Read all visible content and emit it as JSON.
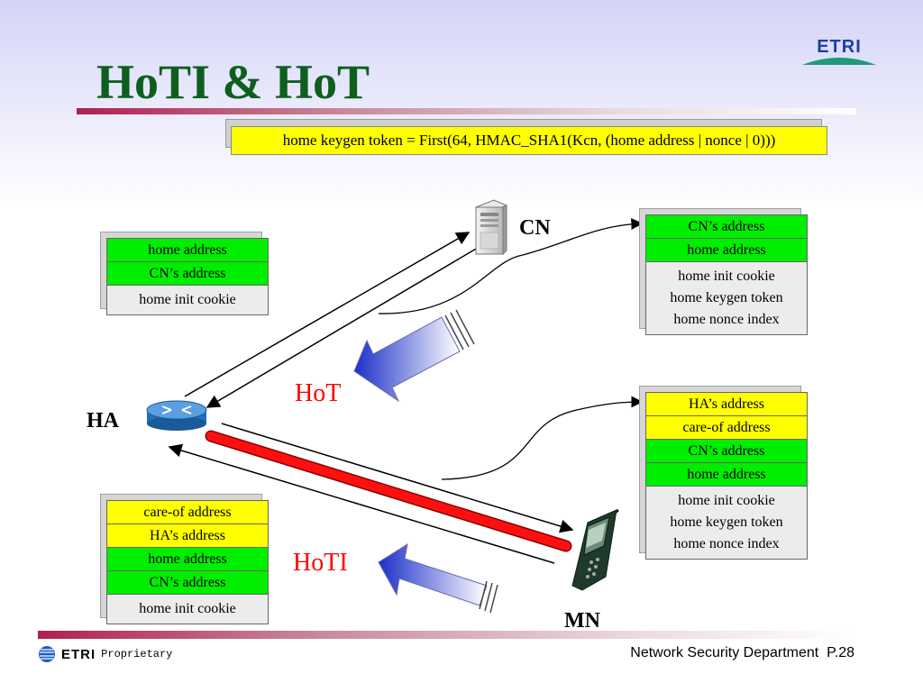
{
  "slide": {
    "title": "HoTI & HoT",
    "logo_text": "ETRI",
    "formula": "home keygen token = First(64, HMAC_SHA1(Kcn, (home address | nonce | 0)))"
  },
  "nodes": {
    "cn": "CN",
    "ha": "HA",
    "mn": "MN"
  },
  "messages": {
    "hot": "HoT",
    "hoti": "HoTI"
  },
  "ha_top_state": {
    "rows": [
      "home address",
      "CN’s address"
    ],
    "cookie": "home init cookie"
  },
  "cn_state": {
    "rows": [
      "CN’s address",
      "home address"
    ],
    "info": [
      "home init cookie",
      "home keygen token",
      "home nonce index"
    ]
  },
  "mn_state": {
    "rows": [
      "HA’s address",
      "care-of address",
      "CN’s address",
      "home address"
    ],
    "info": [
      "home init cookie",
      "home keygen token",
      "home nonce index"
    ]
  },
  "ha_bottom_state": {
    "rows": [
      "care-of address",
      "HA’s address",
      "home address",
      "CN’s address"
    ],
    "cookie": "home init cookie"
  },
  "footer": {
    "brand": "ETRI",
    "proprietary": "Proprietary",
    "department": "Network Security Department",
    "page": "P.28"
  },
  "colors": {
    "title": "#0e5f1e",
    "message_label": "#ff0000",
    "highlight_yellow": "#ffff00",
    "field_green": "#00ee00",
    "tunnel_red": "#ff0000"
  }
}
